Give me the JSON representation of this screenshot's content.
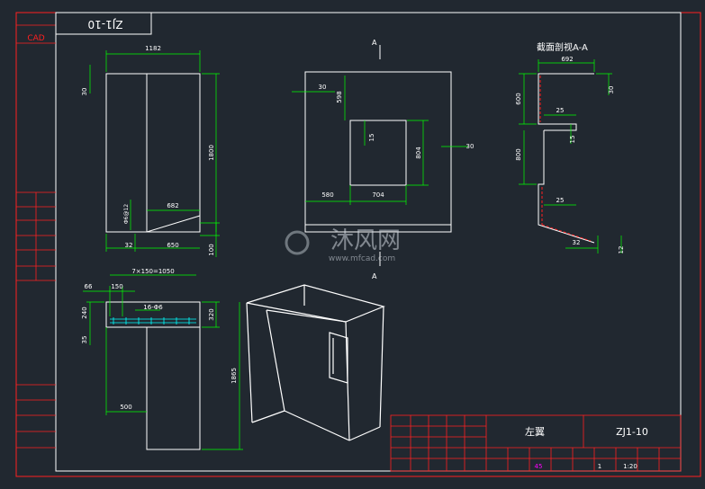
{
  "drawing": {
    "code_box": "ZJ1-10",
    "cad_tag": "CAD",
    "section_marker": "A",
    "section_title": "截面剖视A-A",
    "watermark_cn": "沐风网",
    "watermark_url": "www.mfcad.com",
    "colors": {
      "background": "#212830",
      "frame": "#ffffff",
      "dimension": "#00ff00",
      "border_red": "#ff2020",
      "leader_cyan": "#00ffff",
      "magenta": "#ff00ff"
    }
  },
  "dims": {
    "front": {
      "width": "1182",
      "height": "1800",
      "top": "30",
      "inner": "682",
      "bottom1": "32",
      "bottom2": "650",
      "side": "100",
      "bar": "Φ6@12"
    },
    "plan": {
      "left": "30",
      "top": "598",
      "inner_w": "15",
      "inner_h": "804",
      "right": "30",
      "bot_l": "580",
      "bot_r": "704"
    },
    "section": {
      "top": "692",
      "top_r": "30",
      "left_top": "600",
      "mid1": "25",
      "mid2": "15",
      "left_mid": "800",
      "mid3": "25",
      "bot": "32",
      "bot_r": "12"
    },
    "rebar": {
      "spacing": "7×150=1050",
      "left": "66",
      "gap": "150",
      "count": "16-Φ6",
      "h1": "240",
      "h2": "320",
      "h3": "35",
      "total": "1865",
      "base": "500"
    }
  },
  "title_block": {
    "name": "左翼",
    "code": "ZJ1-10",
    "qty": "45",
    "sheet": "1",
    "scale": "1:20"
  }
}
